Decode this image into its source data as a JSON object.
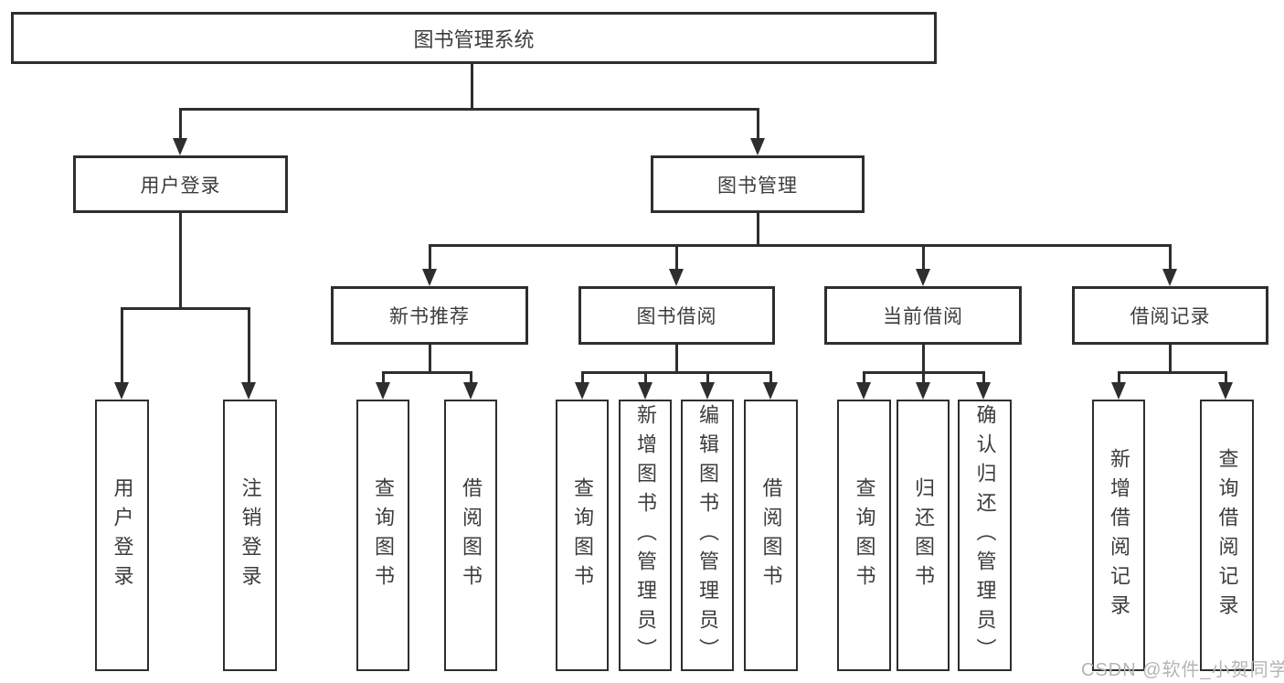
{
  "diagram": {
    "root": {
      "label": "图书管理系统"
    },
    "level2": [
      {
        "id": "user-login",
        "label": "用户登录"
      },
      {
        "id": "book-management",
        "label": "图书管理"
      }
    ],
    "level3": [
      {
        "id": "new-book-recommend",
        "label": "新书推荐"
      },
      {
        "id": "book-borrow",
        "label": "图书借阅"
      },
      {
        "id": "current-borrow",
        "label": "当前借阅"
      },
      {
        "id": "borrow-record",
        "label": "借阅记录"
      }
    ],
    "leaves": [
      {
        "parent": "user-login",
        "label": "用户登录"
      },
      {
        "parent": "user-login",
        "label": "注销登录"
      },
      {
        "parent": "new-book-recommend",
        "label": "查询图书"
      },
      {
        "parent": "new-book-recommend",
        "label": "借阅图书"
      },
      {
        "parent": "book-borrow",
        "label": "查询图书"
      },
      {
        "parent": "book-borrow",
        "label": "新增图书（管理员）"
      },
      {
        "parent": "book-borrow",
        "label": "编辑图书（管理员）"
      },
      {
        "parent": "book-borrow",
        "label": "借阅图书"
      },
      {
        "parent": "current-borrow",
        "label": "查询图书"
      },
      {
        "parent": "current-borrow",
        "label": "归还图书"
      },
      {
        "parent": "current-borrow",
        "label": "确认归还（管理员）"
      },
      {
        "parent": "borrow-record",
        "label": "新增借阅记录"
      },
      {
        "parent": "borrow-record",
        "label": "查询借阅记录"
      }
    ]
  },
  "watermark": {
    "text": "CSDN @软件_小贺同学"
  },
  "colors": {
    "line": "#2e2e2e",
    "box_border": "#2e2e2e",
    "text": "#3c3c3c",
    "watermark": "#b5b5b5",
    "background": "#ffffff"
  }
}
